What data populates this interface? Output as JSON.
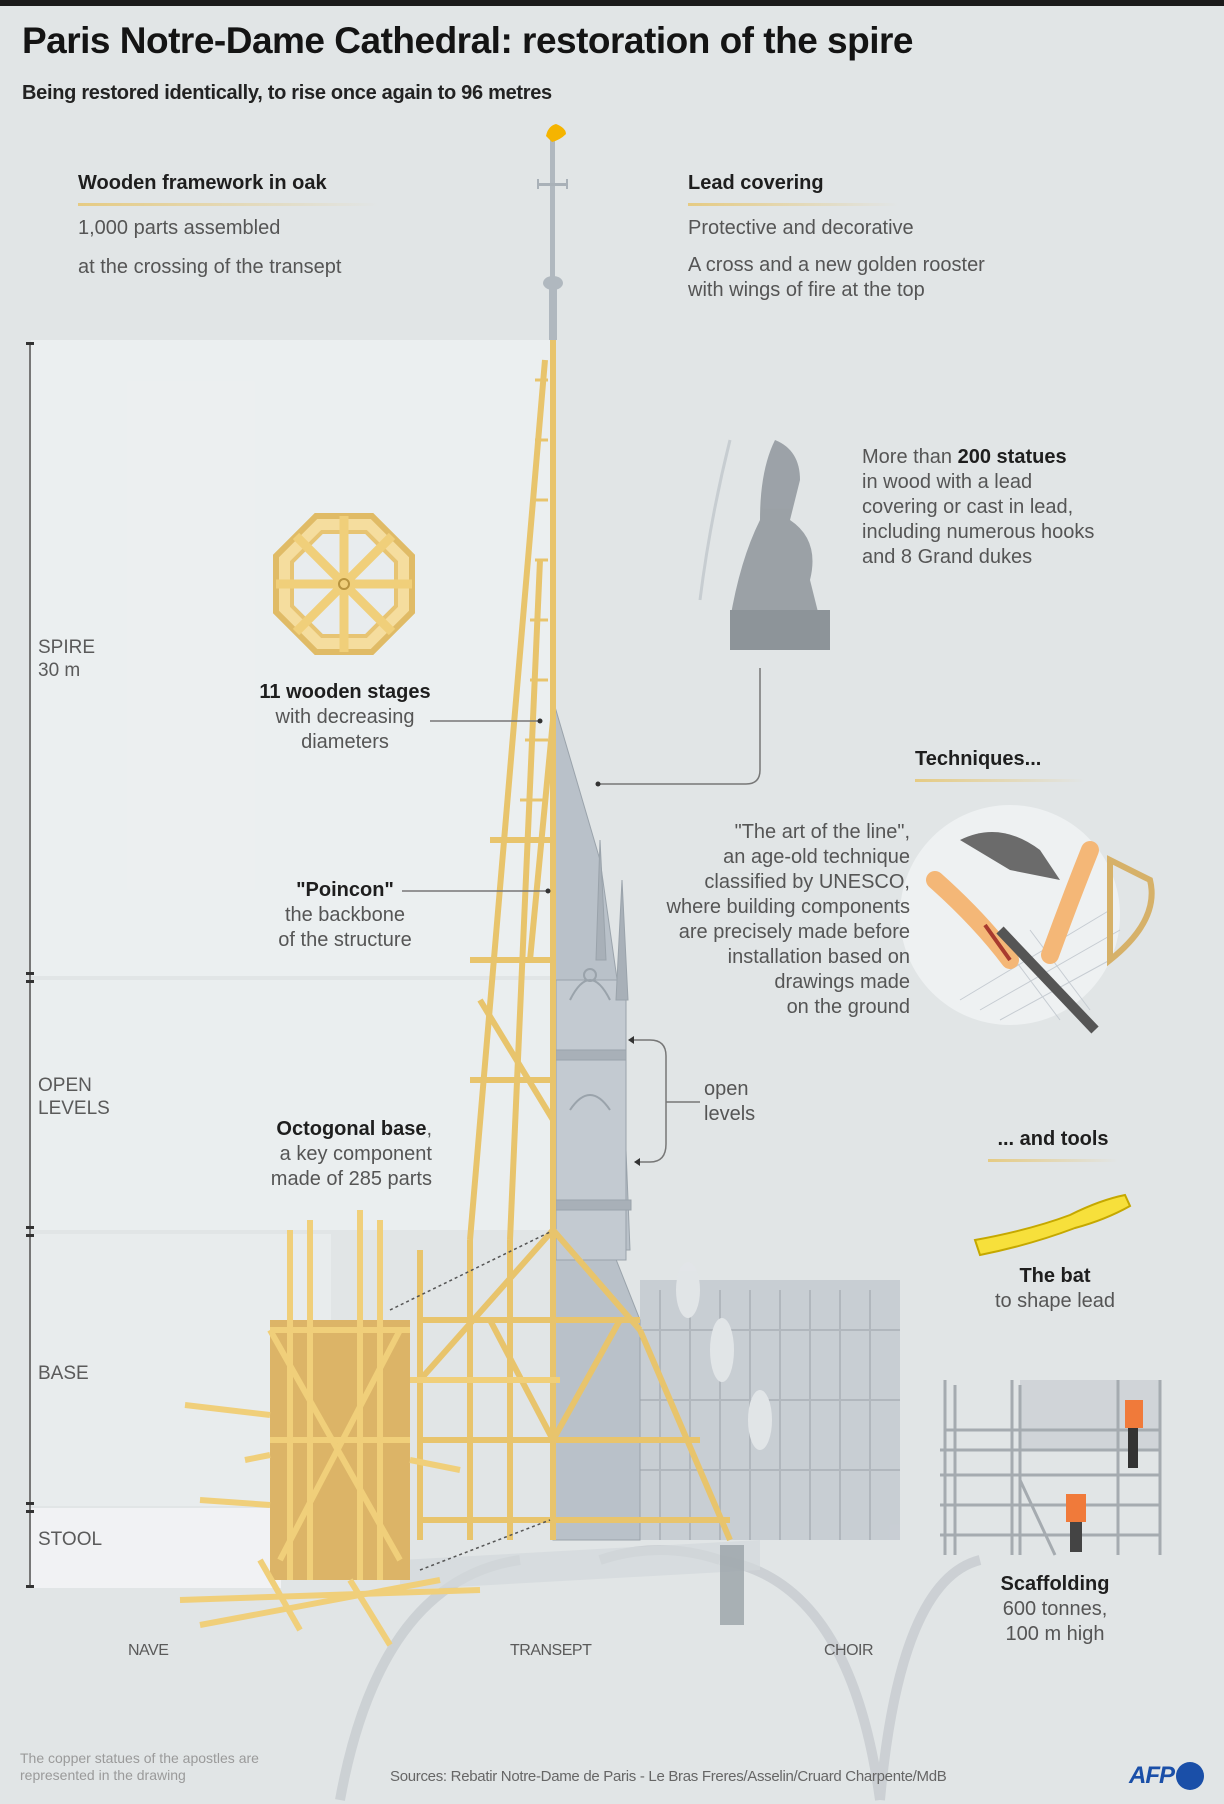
{
  "header": {
    "title": "Paris Notre-Dame Cathedral: restoration of the spire",
    "subtitle": "Being restored identically, to rise once again to 96 metres"
  },
  "sections": {
    "wooden_framework": {
      "heading": "Wooden framework in oak",
      "line1": "1,000 parts assembled",
      "line2": "at the crossing of the transept"
    },
    "lead_covering": {
      "heading": "Lead covering",
      "line1": "Protective and decorative",
      "line2": "A cross and a new golden rooster",
      "line3": "with wings of fire at the top"
    },
    "statues": {
      "prefix": "More than ",
      "bold": "200 statues",
      "line2": "in wood with a lead",
      "line3": "covering or cast in lead,",
      "line4": "including numerous hooks",
      "line5": "and 8 Grand dukes"
    },
    "wooden_stages": {
      "bold": "11 wooden stages",
      "line2": "with decreasing",
      "line3": "diameters"
    },
    "poincon": {
      "bold": "\"Poincon\"",
      "line2": "the backbone",
      "line3": "of the structure"
    },
    "techniques": {
      "heading": "Techniques...",
      "lines": [
        "\"The art of the line\",",
        "an age-old technique",
        "classified by UNESCO,",
        "where building components",
        "are precisely made before",
        "installation based on",
        "drawings made",
        "on the ground"
      ]
    },
    "open_levels_callout": {
      "line1": "open",
      "line2": "levels"
    },
    "octogonal_base": {
      "bold": "Octogonal base",
      "comma": ",",
      "line2": "a key component",
      "line3": "made of 285 parts"
    },
    "tools": {
      "heading": "... and tools",
      "bat_title": "The bat",
      "bat_desc": "to shape lead"
    },
    "scaffolding": {
      "title": "Scaffolding",
      "line2": "600 tonnes,",
      "line3": "100 m high"
    }
  },
  "scale": {
    "spire": {
      "label": "SPIRE",
      "value": "30 m"
    },
    "open_levels": {
      "line1": "OPEN",
      "line2": "LEVELS"
    },
    "base": "BASE",
    "stool": "STOOL"
  },
  "floor_labels": {
    "nave": "NAVE",
    "transept": "TRANSEPT",
    "choir": "CHOIR"
  },
  "footer": {
    "note_line1": "The copper statues of the apostles are",
    "note_line2": "represented in the drawing",
    "sources": "Sources: Rebatir Notre-Dame de Paris - Le Bras Freres/Asselin/Cruard Charpente/MdB",
    "logo": "AFP"
  },
  "colors": {
    "background": "#e1e5e6",
    "wood": "#f0cf7a",
    "wood_dark": "#d9b25a",
    "lead": "#b9c1c9",
    "rooster": "#f5b400",
    "afp_blue": "#1a4fa8"
  }
}
